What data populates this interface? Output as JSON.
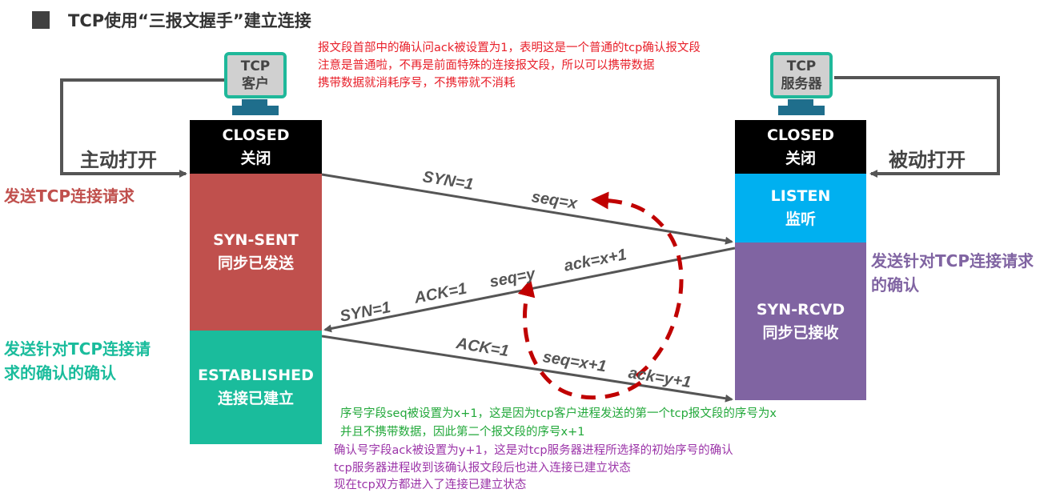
{
  "title": "TCP使用“三报文握手”建立连接",
  "client": {
    "monitor_line1": "TCP",
    "monitor_line2": "客户",
    "closed": "CLOSED",
    "closed_cn": "关闭",
    "syn_sent": "SYN-SENT",
    "syn_sent_cn": "同步已发送",
    "established": "ESTABLISHED",
    "established_cn": "连接已建立",
    "open": "主动打开"
  },
  "server": {
    "monitor_line1": "TCP",
    "monitor_line2": "服务器",
    "closed": "CLOSED",
    "closed_cn": "关闭",
    "listen": "LISTEN",
    "listen_cn": "监听",
    "syn_rcvd": "SYN-RCVD",
    "syn_rcvd_cn": "同步已接收",
    "open": "被动打开"
  },
  "side_labels": {
    "send_request": "发送TCP连接请求",
    "ack_ack_1": "发送针对TCP连接请",
    "ack_ack_2": "求的确认的确认",
    "server_ack_1": "发送针对TCP连接请求",
    "server_ack_2": "的确认"
  },
  "segments": {
    "first": {
      "syn": "SYN=1",
      "seq": "seq=x"
    },
    "second": {
      "syn": "SYN=1",
      "ack_flag": "ACK=1",
      "seq": "seq=y",
      "ack": "ack=x+1"
    },
    "third": {
      "ack_flag": "ACK=1",
      "seq": "seq=x+1",
      "ack": "ack=y+1"
    }
  },
  "notes": {
    "top": [
      "报文段首部中的确认问ack被设置为1，表明这是一个普通的tcp确认报文段",
      "注意是普通啦，不再是前面特殊的连接报文段，所以可以携带数据",
      "携带数据就消耗序号，不携带就不消耗"
    ],
    "green": [
      "序号字段seq被设置为x+1，这是因为tcp客户进程发送的第一个tcp报文段的序号为x",
      "并且不携带数据，因此第二个报文段的序号x+1"
    ],
    "purple": [
      "确认号字段ack被设置为y+1，这是对tcp服务器进程所选择的初始序号的确认",
      "tcp服务器进程收到该确认报文段后也进入连接已建立状态",
      "现在tcp双方都进入了连接已建立状态"
    ]
  },
  "colors": {
    "red": "#c0504d",
    "teal": "#1abc9c",
    "blue": "#00b0f0",
    "purple": "#8064a2",
    "note_red": "#e8202a",
    "note_green": "#22a83a",
    "note_purple": "#9b34a8"
  }
}
